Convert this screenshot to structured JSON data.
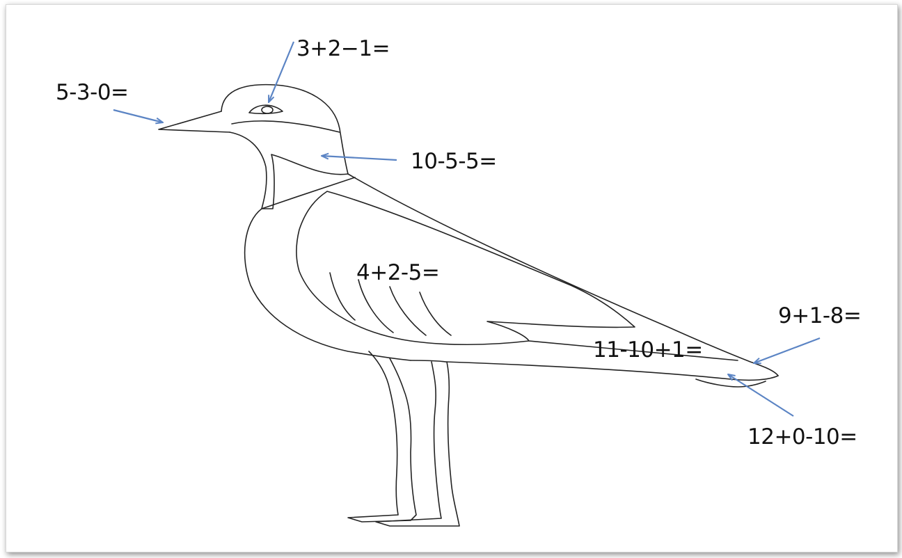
{
  "worksheet": {
    "accent_color": "#5b84c4",
    "labels": {
      "beak": "5-3-0=",
      "eye": "3+2−1=",
      "throat": "10-5-5=",
      "wing": "4+2-5=",
      "tail_upper": "9+1-8=",
      "tail_band": "11-10+1=",
      "tail_lower": "12+0-10="
    }
  }
}
